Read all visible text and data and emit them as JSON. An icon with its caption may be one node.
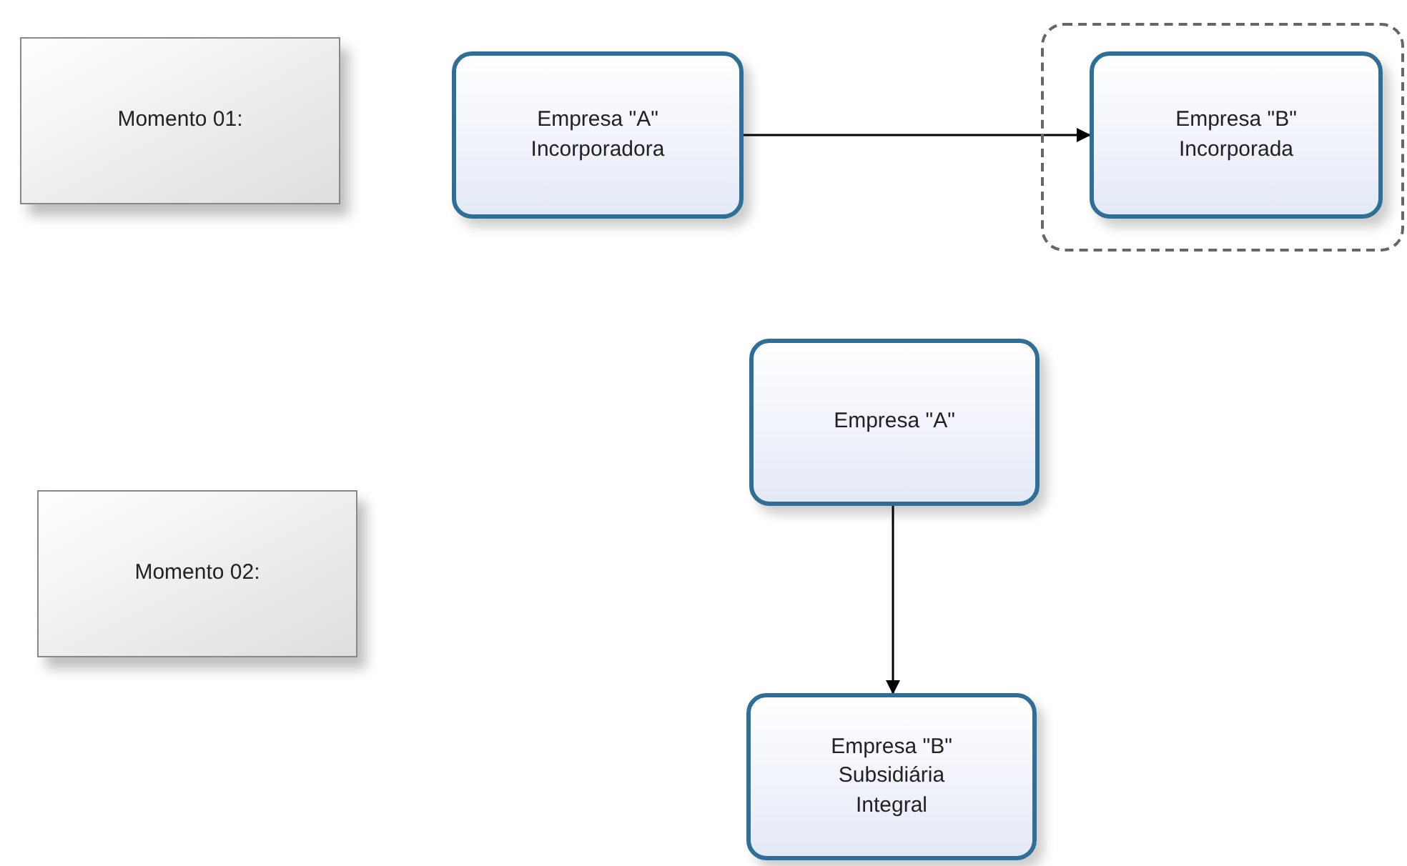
{
  "diagram": {
    "nodes": [
      {
        "text": [
          "Momento 01:"
        ]
      },
      {
        "text": [
          "Empresa \"A\" Incorporadora"
        ]
      },
      {
        "text": [],
        "shape": "box"
      },
      {
        "text": [
          "Empresa \"B\" Incorporada"
        ],
        "in": 2
      },
      {
        "text": [
          "Momento 02:"
        ]
      },
      {
        "text": [
          "Empresa \"A\""
        ]
      },
      {
        "text": [
          "Empresa \"B\" Subsidiária Integral"
        ]
      }
    ],
    "edges": [
      {
        "from": 1,
        "to": 3,
        "arrow": "to"
      },
      {
        "from": 5,
        "to": 6,
        "arrow": "to"
      }
    ]
  }
}
